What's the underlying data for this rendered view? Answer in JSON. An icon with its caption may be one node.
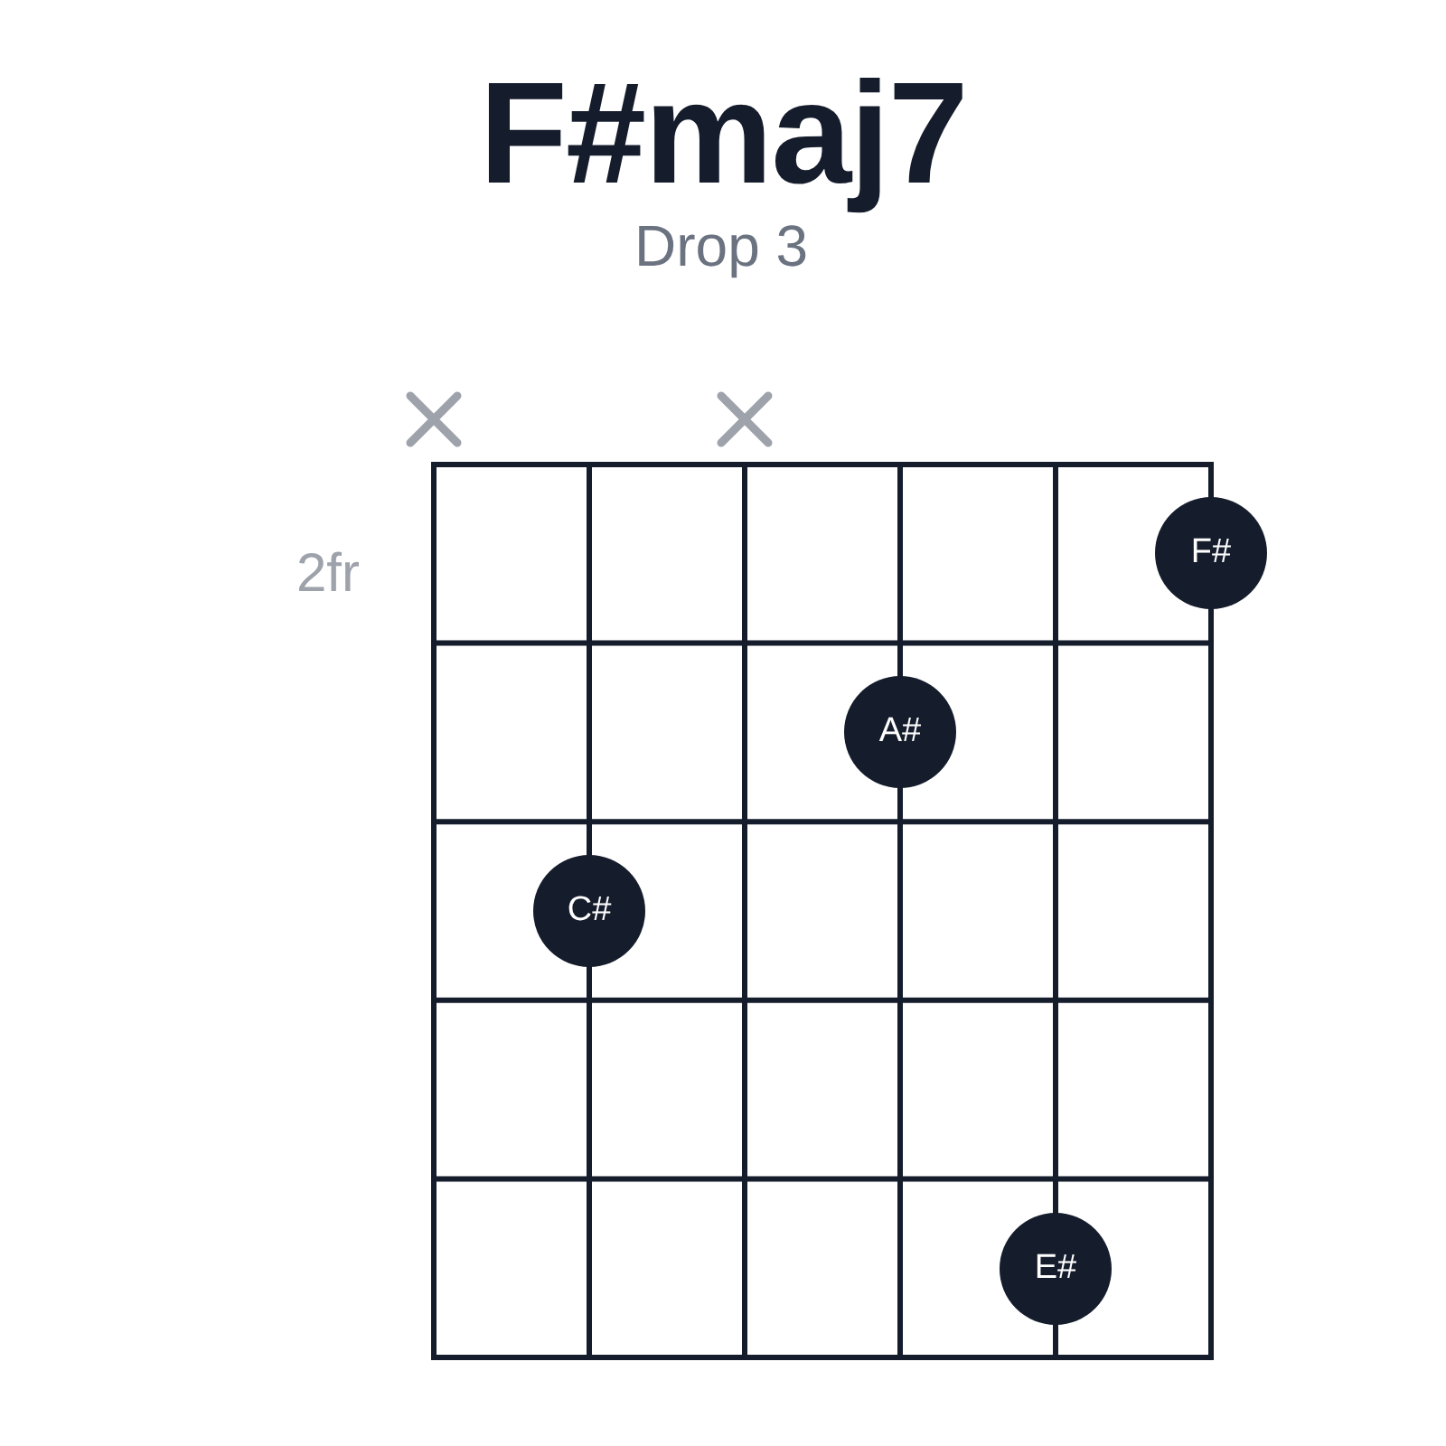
{
  "diagram": {
    "title": "F#maj7",
    "nodes": [
      {
        "text": [
          "F#"
        ]
      },
      {
        "text": [
          "A#"
        ]
      },
      {
        "text": [
          "C#"
        ]
      },
      {
        "text": [
          "E#"
        ]
      }
    ],
    "labels": [
      "Drop 3",
      "2fr"
    ]
  }
}
